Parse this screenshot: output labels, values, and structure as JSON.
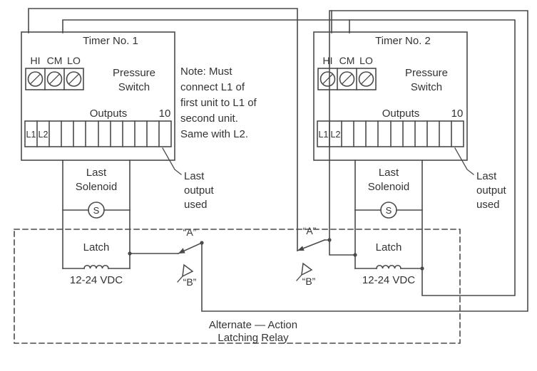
{
  "colors": {
    "ink": "#333333",
    "wire": "#4a4a4a",
    "bg": "#ffffff"
  },
  "timer1": {
    "title": "Timer No. 1",
    "term_hi": "HI",
    "term_cm": "CM",
    "term_lo": "LO",
    "pressure_line1": "Pressure",
    "pressure_line2": "Switch",
    "outputs_label": "Outputs",
    "outputs_count": "10",
    "l1": "L1",
    "l2": "L2",
    "solenoid_line1": "Last",
    "solenoid_line2": "Solenoid",
    "solenoid_symbol": "S",
    "latch_label": "Latch",
    "latch_voltage": "12-24 VDC",
    "callout_line1": "Last",
    "callout_line2": "output",
    "callout_line3": "used"
  },
  "timer2": {
    "title": "Timer No. 2",
    "term_hi": "HI",
    "term_cm": "CM",
    "term_lo": "LO",
    "pressure_line1": "Pressure",
    "pressure_line2": "Switch",
    "outputs_label": "Outputs",
    "outputs_count": "10",
    "l1": "L1",
    "l2": "L2",
    "solenoid_line1": "Last",
    "solenoid_line2": "Solenoid",
    "solenoid_symbol": "S",
    "latch_label": "Latch",
    "latch_voltage": "12-24 VDC",
    "callout_line1": "Last",
    "callout_line2": "output",
    "callout_line3": "used"
  },
  "note": {
    "line1": "Note: Must",
    "line2": "connect L1 of",
    "line3": "first unit to L1 of",
    "line4": "second unit.",
    "line5": "Same with L2."
  },
  "relay": {
    "contact_a": "“A”",
    "contact_b": "“B”"
  },
  "caption": {
    "line1": "Alternate — Action",
    "line2": "Latching Relay"
  }
}
